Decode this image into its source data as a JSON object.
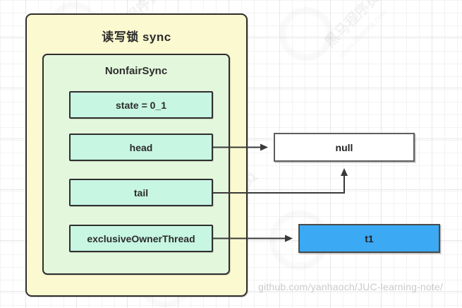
{
  "diagram": {
    "title": "读写锁 sync",
    "subtitle": "NonfairSync",
    "fields": [
      {
        "label": "state = 0_1"
      },
      {
        "label": "head"
      },
      {
        "label": "tail"
      },
      {
        "label": "exclusiveOwnerThread"
      }
    ],
    "nodes": {
      "null_node": {
        "label": "null"
      },
      "t1_node": {
        "label": "t1"
      }
    },
    "arrows": [
      {
        "from": "head",
        "to": "null"
      },
      {
        "from": "tail",
        "to": "null"
      },
      {
        "from": "exclusiveOwnerThread",
        "to": "t1"
      }
    ],
    "credit": "github.com/yanhaoch/JUC-learning-note/",
    "watermarks": {
      "brand": "黑马程序员",
      "url": "www.itheima.com"
    },
    "colors": {
      "outer_fill": "#FBF9CF",
      "inner_fill": "#E3F7DC",
      "field_fill": "#C7F6E3",
      "null_fill": "#FFFFFF",
      "t1_fill": "#3BA9F4",
      "border_dark": "#2F2F2F",
      "node_border": "#5E5E5E",
      "arrow": "#3A3A3A",
      "credit_text": "#CBCBCB"
    }
  }
}
